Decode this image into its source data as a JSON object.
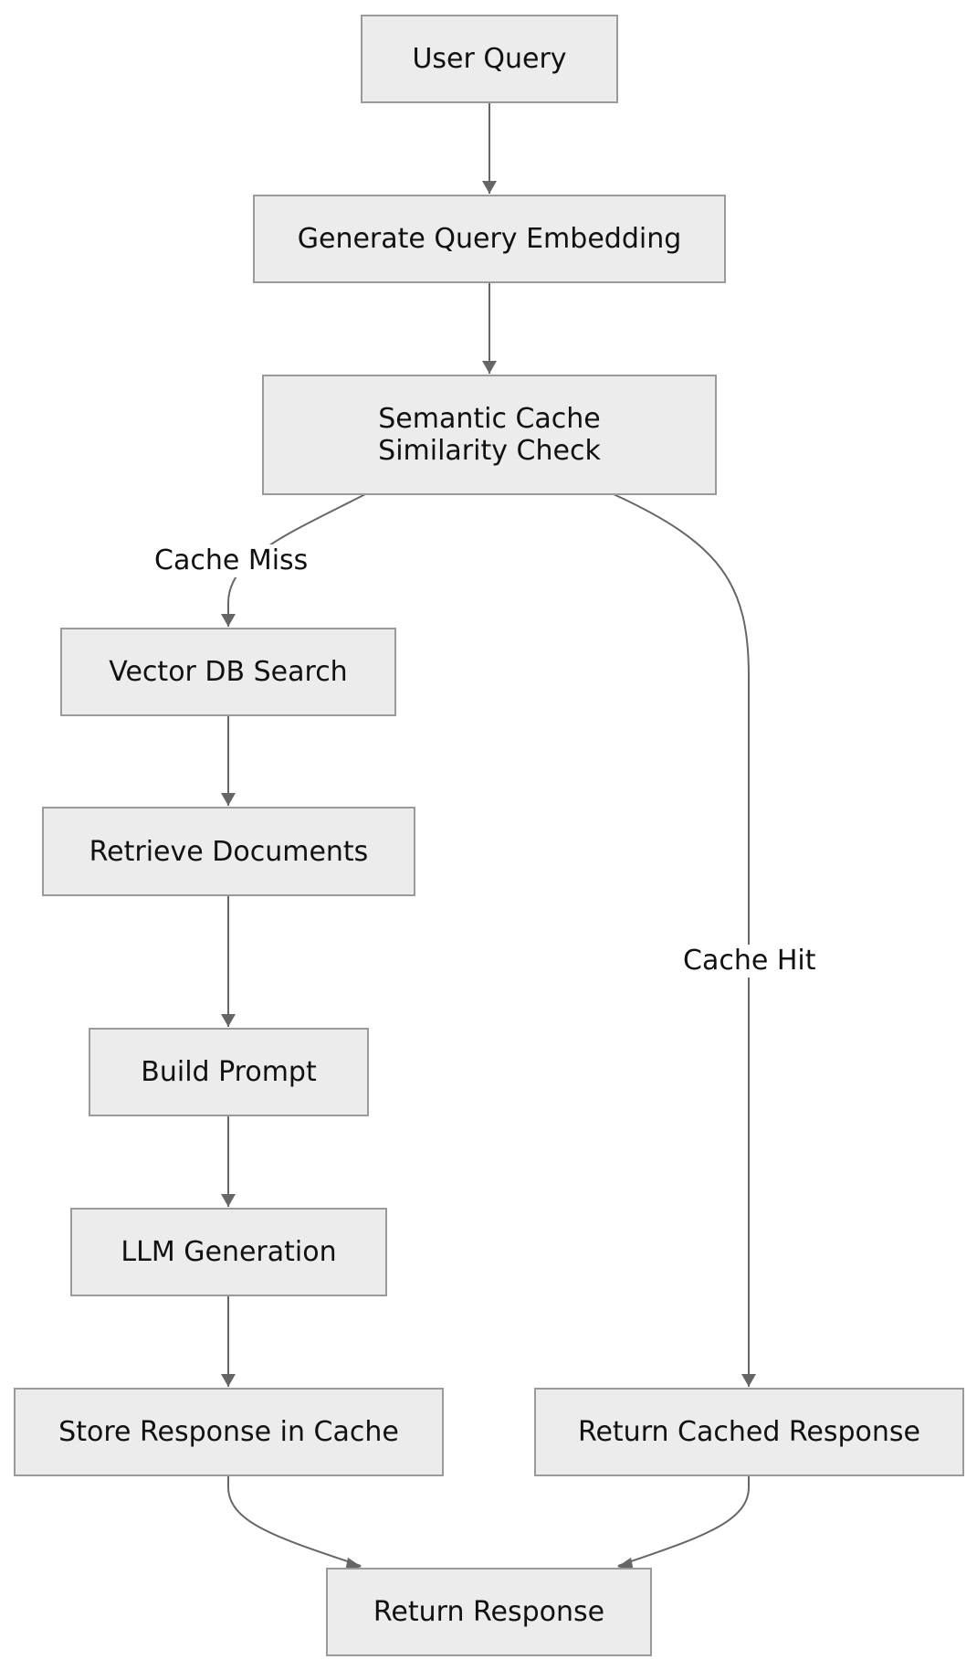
{
  "nodes": {
    "user_query": "User Query",
    "generate_embedding": "Generate Query Embedding",
    "cache_check": "Semantic Cache Similarity Check",
    "vector_search": "Vector DB Search",
    "retrieve_documents": "Retrieve Documents",
    "build_prompt": "Build Prompt",
    "llm_generation": "LLM Generation",
    "store_response": "Store Response in Cache",
    "return_cached": "Return Cached Response",
    "return_response": "Return Response"
  },
  "edge_labels": {
    "cache_miss": "Cache Miss",
    "cache_hit": "Cache Hit"
  },
  "colors": {
    "node_fill": "#ececec",
    "node_border": "#9a9a9a",
    "edge": "#666666",
    "text": "#111111"
  }
}
